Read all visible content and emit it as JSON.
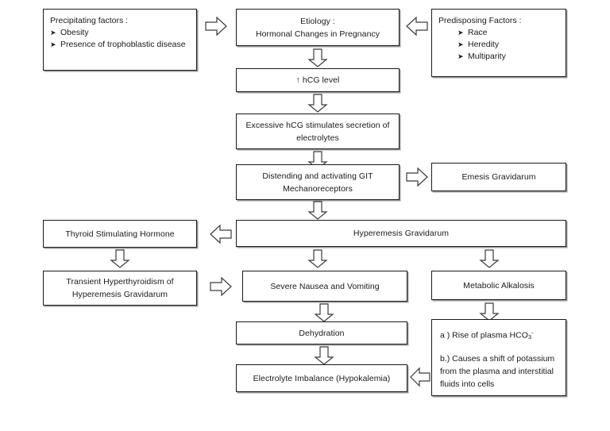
{
  "diagram": {
    "title": "Hyperemesis Gravidarum Pathophysiology Flowchart",
    "nodes": {
      "precipitating": {
        "heading": "Precipitating factors :",
        "items": [
          "Obesity",
          "Presence of trophoblastic disease"
        ],
        "bullet": "➤"
      },
      "etiology": {
        "line1": "Etiology :",
        "line2": "Hormonal Changes in Pregnancy"
      },
      "predisposing": {
        "heading": "Predisposing Factors :",
        "items": [
          "Race",
          "Heredity",
          "Multiparity"
        ],
        "bullet": "➤"
      },
      "hcg_level": {
        "label": "↑ hCG level"
      },
      "excessive_hcg": {
        "label": "Excessive hCG stimulates secretion of\nelectrolytes"
      },
      "distending_git": {
        "label": "Distending and activating GIT\nMechanoreceptors"
      },
      "emesis": {
        "label": "Emesis Gravidarum"
      },
      "tsh": {
        "label": "Thyroid Stimulating Hormone"
      },
      "hyperemesis": {
        "label": "Hyperemesis Gravidarum"
      },
      "transient_hyper": {
        "label": "Transient Hyperthyroidism of\nHyperemesis Gravidarum"
      },
      "severe_nausea": {
        "label": "Severe Nausea and Vomiting"
      },
      "metabolic_alkalosis": {
        "label": "Metabolic Alkalosis"
      },
      "dehydration": {
        "label": "Dehydration"
      },
      "electrolyte_imbalance": {
        "label": "Electrolyte Imbalance (Hypokalemia)"
      },
      "bicarbonate_effects": {
        "item_a_prefix": "a ) Rise of plasma HCO",
        "item_a_sub": "3",
        "item_a_sup": "-",
        "item_b": "b.) Causes a shift of potassium from the plasma and interstitial fluids into cells"
      }
    },
    "arrows": {
      "precipitating_to_etiology": "right-block-arrow",
      "predisposing_to_etiology": "left-block-arrow",
      "etiology_to_hcg": "down-block-arrow",
      "hcg_to_excessive": "down-block-arrow",
      "excessive_to_distending": "down-block-arrow",
      "distending_to_emesis": "right-block-arrow",
      "distending_to_hyperemesis": "down-block-arrow",
      "hyperemesis_to_tsh": "left-block-arrow",
      "tsh_to_transient": "down-block-arrow",
      "transient_to_nausea": "right-block-arrow",
      "hyperemesis_to_nausea": "down-block-arrow",
      "hyperemesis_to_alkalosis": "down-block-arrow",
      "nausea_to_dehydration": "down-block-arrow",
      "alkalosis_to_bicarbonate": "down-block-arrow",
      "dehydration_to_electrolyte": "down-block-arrow",
      "bicarbonate_to_electrolyte": "left-block-arrow"
    },
    "colors": {
      "box_border": "#1a1a1a",
      "box_shadow": "#9a9a9a",
      "arrow_stroke": "#3b3b3b",
      "background": "#ffffff",
      "text": "#1a1a1a"
    }
  }
}
